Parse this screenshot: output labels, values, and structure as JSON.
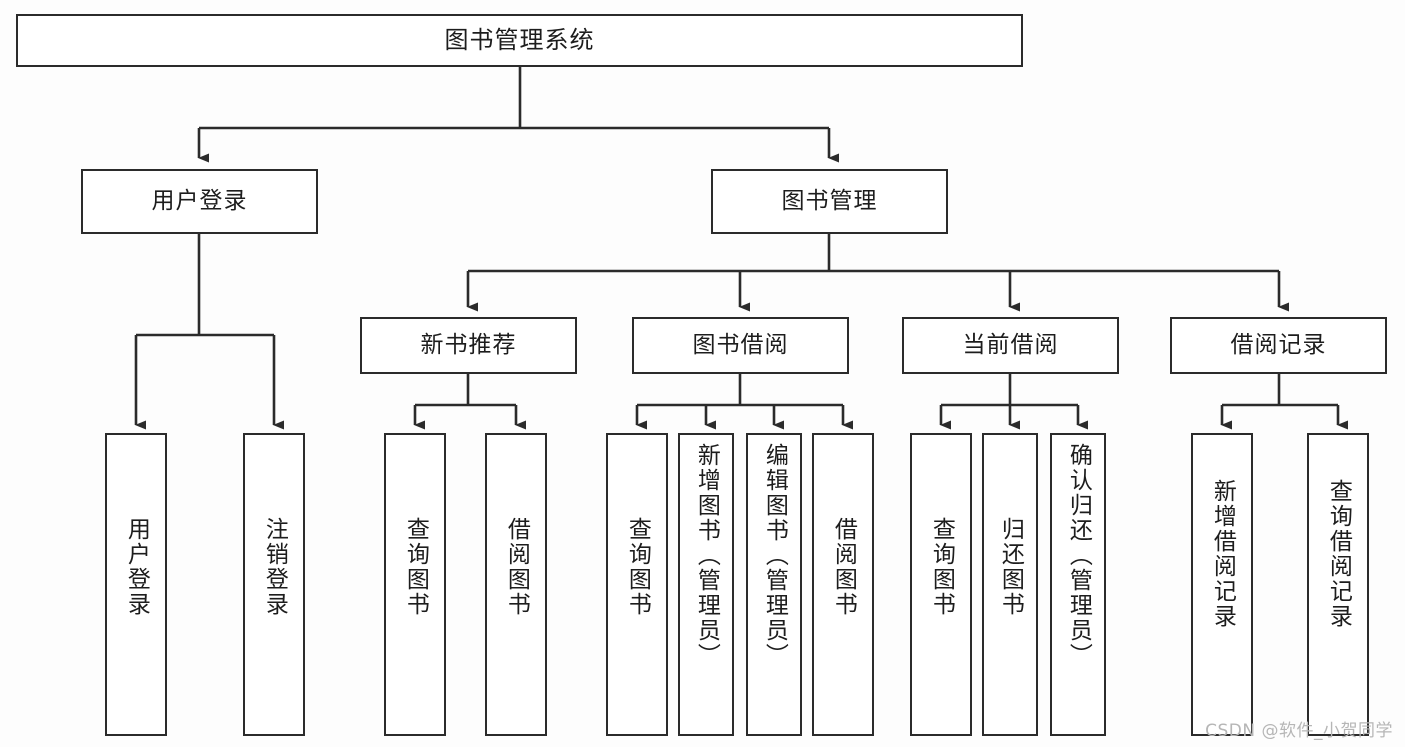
{
  "diagram": {
    "title": "图书管理系统",
    "watermark": "CSDN @软件_小贺同学",
    "theme": {
      "border_color": "#2b2b2b",
      "box_fill": "#ffffff",
      "line_color": "#2b2b2b",
      "text_color": "#1d1d1d",
      "canvas_background": "#fdfdfd",
      "watermark_color": "#b6b6b6"
    },
    "levels": {
      "level1": [
        "图书管理系统"
      ],
      "level2": [
        "用户登录",
        "图书管理"
      ],
      "level3": [
        "新书推荐",
        "图书借阅",
        "当前借阅",
        "借阅记录"
      ],
      "level4": [
        "用户登录",
        "注销登录",
        "查询图书",
        "借阅图书",
        "查询图书",
        "新增图书（管理员）",
        "编辑图书（管理员）",
        "借阅图书",
        "查询图书",
        "归还图书",
        "确认归还（管理员）",
        "新增借阅记录",
        "查询借阅记录"
      ]
    },
    "nodes": {
      "root": {
        "label": "图书管理系统"
      },
      "user_login": {
        "label": "用户登录"
      },
      "book_manage": {
        "label": "图书管理"
      },
      "new_book_rec": {
        "label": "新书推荐"
      },
      "book_borrow": {
        "label": "图书借阅"
      },
      "current_borrow": {
        "label": "当前借阅"
      },
      "borrow_record": {
        "label": "借阅记录"
      },
      "leaf_user_login": {
        "label": "用户登录"
      },
      "leaf_logout": {
        "label": "注销登录"
      },
      "leaf_query_book_1": {
        "label": "查询图书"
      },
      "leaf_borrow_book_1": {
        "label": "借阅图书"
      },
      "leaf_query_book_2": {
        "label": "查询图书"
      },
      "leaf_add_book": {
        "label": "新增图书（管理员）"
      },
      "leaf_edit_book": {
        "label": "编辑图书（管理员）"
      },
      "leaf_borrow_book_2": {
        "label": "借阅图书"
      },
      "leaf_query_book_3": {
        "label": "查询图书"
      },
      "leaf_return_book": {
        "label": "归还图书"
      },
      "leaf_confirm_return": {
        "label": "确认归还（管理员）"
      },
      "leaf_add_record": {
        "label": "新增借阅记录"
      },
      "leaf_query_record": {
        "label": "查询借阅记录"
      }
    },
    "edges": [
      {
        "from": "图书管理系统",
        "to": "用户登录"
      },
      {
        "from": "图书管理系统",
        "to": "图书管理"
      },
      {
        "from": "用户登录",
        "to": "用户登录"
      },
      {
        "from": "用户登录",
        "to": "注销登录"
      },
      {
        "from": "图书管理",
        "to": "新书推荐"
      },
      {
        "from": "图书管理",
        "to": "图书借阅"
      },
      {
        "from": "图书管理",
        "to": "当前借阅"
      },
      {
        "from": "图书管理",
        "to": "借阅记录"
      },
      {
        "from": "新书推荐",
        "to": "查询图书"
      },
      {
        "from": "新书推荐",
        "to": "借阅图书"
      },
      {
        "from": "图书借阅",
        "to": "查询图书"
      },
      {
        "from": "图书借阅",
        "to": "新增图书（管理员）"
      },
      {
        "from": "图书借阅",
        "to": "编辑图书（管理员）"
      },
      {
        "from": "图书借阅",
        "to": "借阅图书"
      },
      {
        "from": "当前借阅",
        "to": "查询图书"
      },
      {
        "from": "当前借阅",
        "to": "归还图书"
      },
      {
        "from": "当前借阅",
        "to": "确认归还（管理员）"
      },
      {
        "from": "借阅记录",
        "to": "新增借阅记录"
      },
      {
        "from": "借阅记录",
        "to": "查询借阅记录"
      }
    ]
  }
}
